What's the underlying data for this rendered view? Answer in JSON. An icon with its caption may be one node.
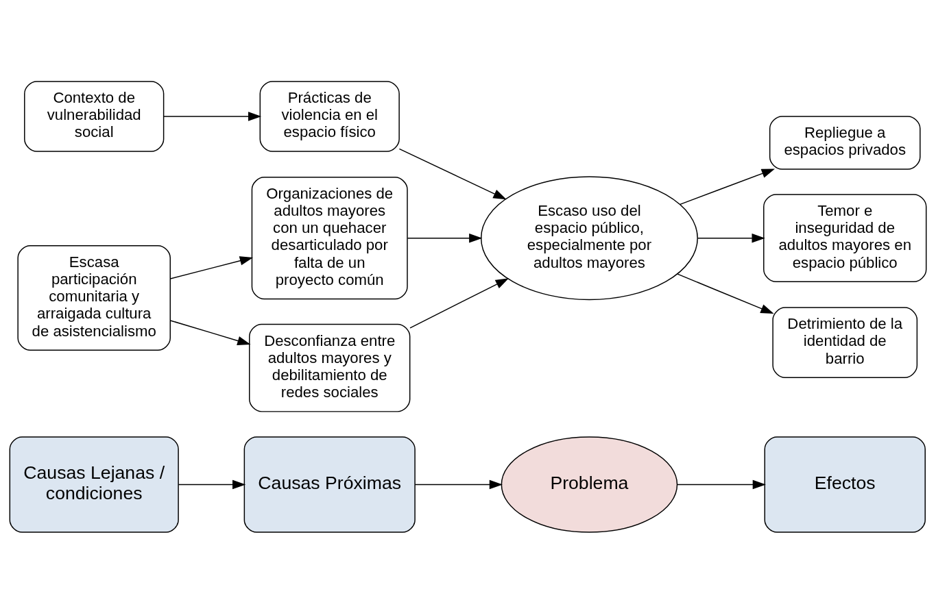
{
  "diagram": {
    "nodes": [
      {
        "text": [
          "Causas Lejanas / condiciones"
        ]
      },
      {
        "text": [
          "Causas Próximas"
        ]
      },
      {
        "text": [
          "Problema"
        ]
      },
      {
        "text": [
          "Efectos"
        ]
      },
      {
        "text": [
          "Contexto de vulnerabilidad social"
        ]
      },
      {
        "text": [
          "Prácticas de violencia en el espacio físico"
        ]
      },
      {
        "text": [
          "Escasa participación comunitaria y arraigada cultura de asistencialismo"
        ]
      },
      {
        "text": [
          "Organizaciones de adultos mayores con un quehacer desarticulado por falta de un proyecto común"
        ]
      },
      {
        "text": [
          "Desconfianza entre adultos mayores y debilitamiento de redes sociales"
        ]
      },
      {
        "text": [
          "Escaso uso del espacio público, especialmente por adultos mayores"
        ]
      },
      {
        "text": [
          "Repliegue a espacios privados"
        ]
      },
      {
        "text": [
          "Temor e inseguridad de adultos mayores en espacio público"
        ]
      },
      {
        "text": [
          "Detrimiento de la identidad de barrio"
        ]
      }
    ],
    "edges": [
      {
        "from": 0,
        "to": 1,
        "arrow": "to"
      },
      {
        "from": 1,
        "to": 2,
        "arrow": "to"
      },
      {
        "from": 2,
        "to": 3,
        "arrow": "to"
      },
      {
        "from": 4,
        "to": 5,
        "arrow": "to"
      },
      {
        "from": 6,
        "to": 7,
        "arrow": "to"
      },
      {
        "from": 6,
        "to": 8,
        "arrow": "to"
      },
      {
        "from": 5,
        "to": 9,
        "arrow": "to"
      },
      {
        "from": 7,
        "to": 9,
        "arrow": "to"
      },
      {
        "from": 8,
        "to": 9,
        "arrow": "to"
      },
      {
        "from": 9,
        "to": 10,
        "arrow": "to"
      },
      {
        "from": 9,
        "to": 11,
        "arrow": "to"
      },
      {
        "from": 9,
        "to": 12,
        "arrow": "to"
      }
    ]
  }
}
